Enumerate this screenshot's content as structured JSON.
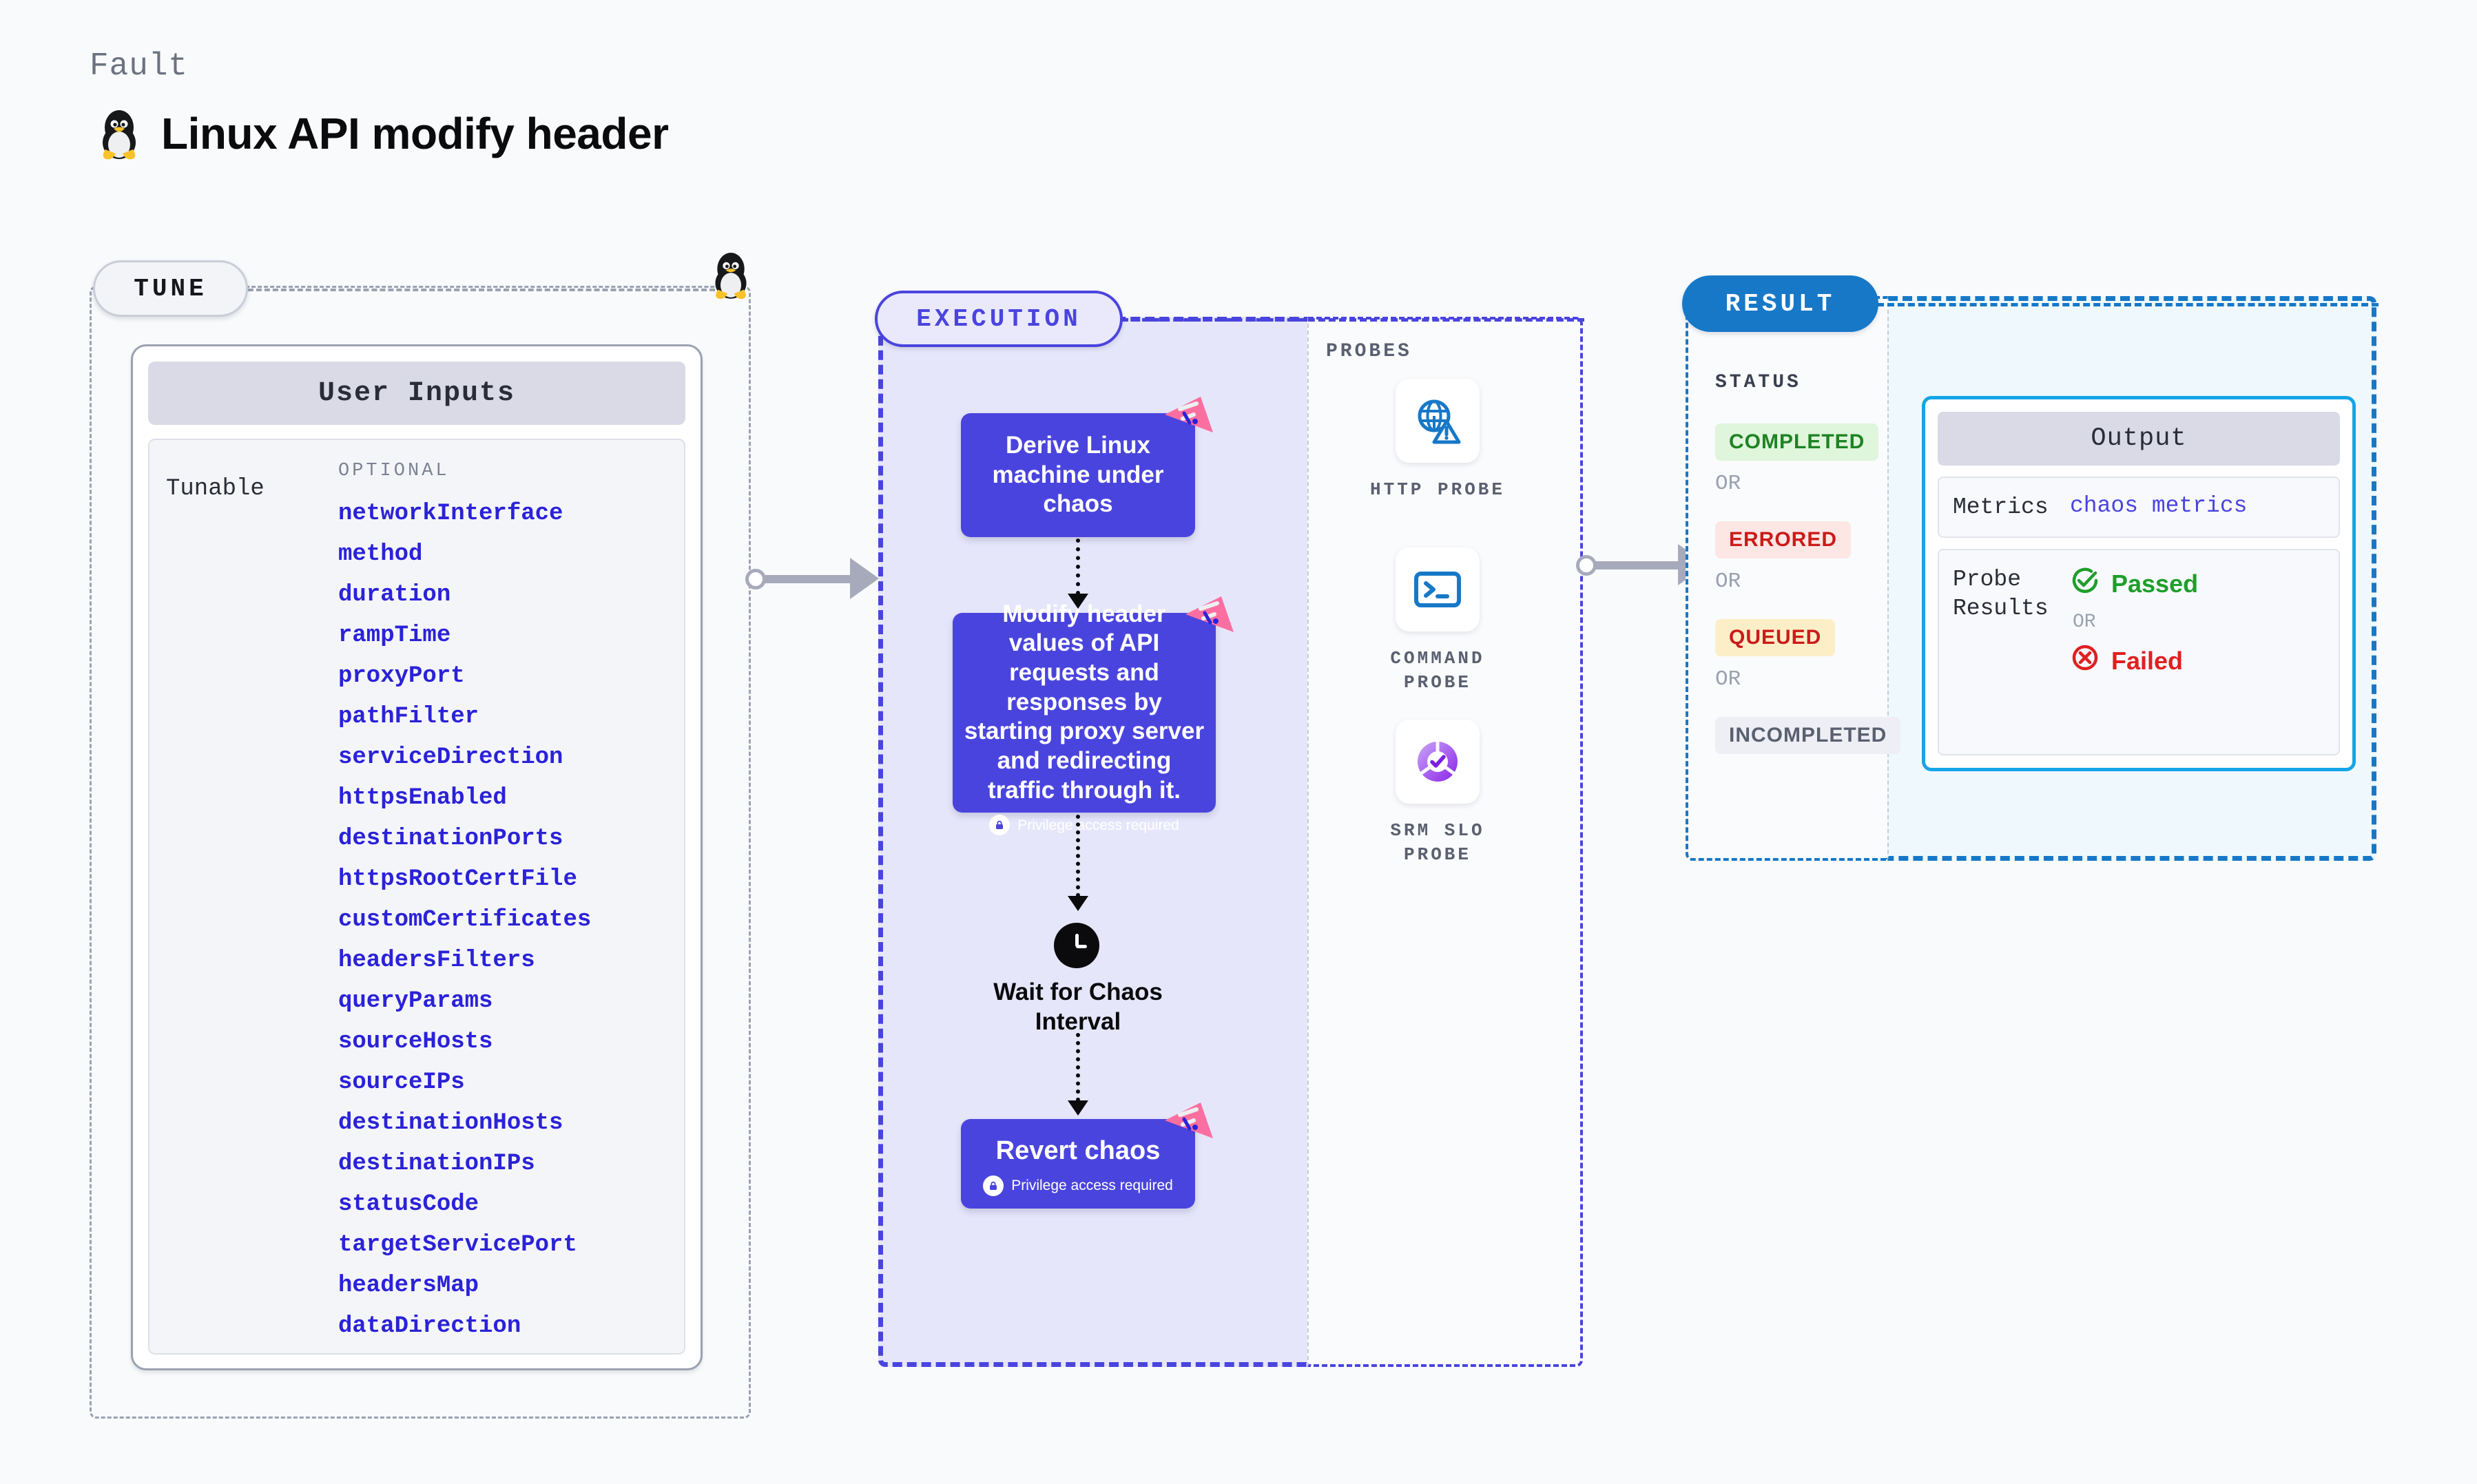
{
  "header": {
    "eyebrow": "Fault",
    "title": "Linux API modify header",
    "os_icon": "tux-penguin-icon"
  },
  "tune": {
    "pill_label": "TUNE",
    "card_title": "User Inputs",
    "group_label": "Tunable",
    "optional_label": "OPTIONAL",
    "params": [
      "networkInterface",
      "method",
      "duration",
      "rampTime",
      "proxyPort",
      "pathFilter",
      "serviceDirection",
      "httpsEnabled",
      "destinationPorts",
      "httpsRootCertFile",
      "customCertificates",
      "headersFilters",
      "queryParams",
      "sourceHosts",
      "sourceIPs",
      "destinationHosts",
      "destinationIPs",
      "statusCode",
      "targetServicePort",
      "headersMap",
      "dataDirection"
    ]
  },
  "execution": {
    "pill_label": "EXECUTION",
    "nodes": [
      {
        "label": "Derive Linux machine under chaos",
        "privilege": null,
        "ribbon": true
      },
      {
        "label": "Modify header values of API requests and responses by starting proxy server and redirecting traffic through it.",
        "privilege": "Privilege access required",
        "ribbon": true
      },
      {
        "label": "Revert chaos",
        "privilege": "Privilege access required",
        "ribbon": true
      }
    ],
    "wait_step": {
      "icon": "clock-icon",
      "label": "Wait for Chaos Interval"
    }
  },
  "probes": {
    "section_label": "PROBES",
    "items": [
      {
        "label": "HTTP PROBE",
        "icon": "globe-warning-icon"
      },
      {
        "label": "COMMAND PROBE",
        "icon": "terminal-icon"
      },
      {
        "label": "SRM SLO PROBE",
        "icon": "slo-donut-check-icon"
      }
    ]
  },
  "result": {
    "pill_label": "RESULT",
    "status_label": "STATUS",
    "or_label": "OR",
    "statuses": [
      {
        "label": "COMPLETED",
        "bg": "#DFF5DC",
        "fg": "#1E8323"
      },
      {
        "label": "ERRORED",
        "bg": "#FCE7E5",
        "fg": "#CC1B1B"
      },
      {
        "label": "QUEUED",
        "bg": "#FCEFC7",
        "fg": "#CC1B1B"
      },
      {
        "label": "INCOMPLETED",
        "bg": "#EEEFF4",
        "fg": "#5A6070"
      }
    ],
    "output": {
      "title": "Output",
      "metrics_key": "Metrics",
      "metrics_value": "chaos metrics",
      "probe_results_key": "Probe Results",
      "passed_label": "Passed",
      "failed_label": "Failed",
      "or_label": "OR"
    }
  },
  "colors": {
    "page_bg": "#F9FAFC",
    "node_purple": "#4A44DE",
    "exec_bg": "#E6E6FB",
    "result_blue": "#1778C8",
    "output_bg": "#EFF9FD",
    "output_border": "#14A5E8",
    "ribbon_pink": "#FB6FA0",
    "param_blue": "#2B22D8",
    "passed_green": "#1E9E2B",
    "failed_red": "#E02020"
  }
}
